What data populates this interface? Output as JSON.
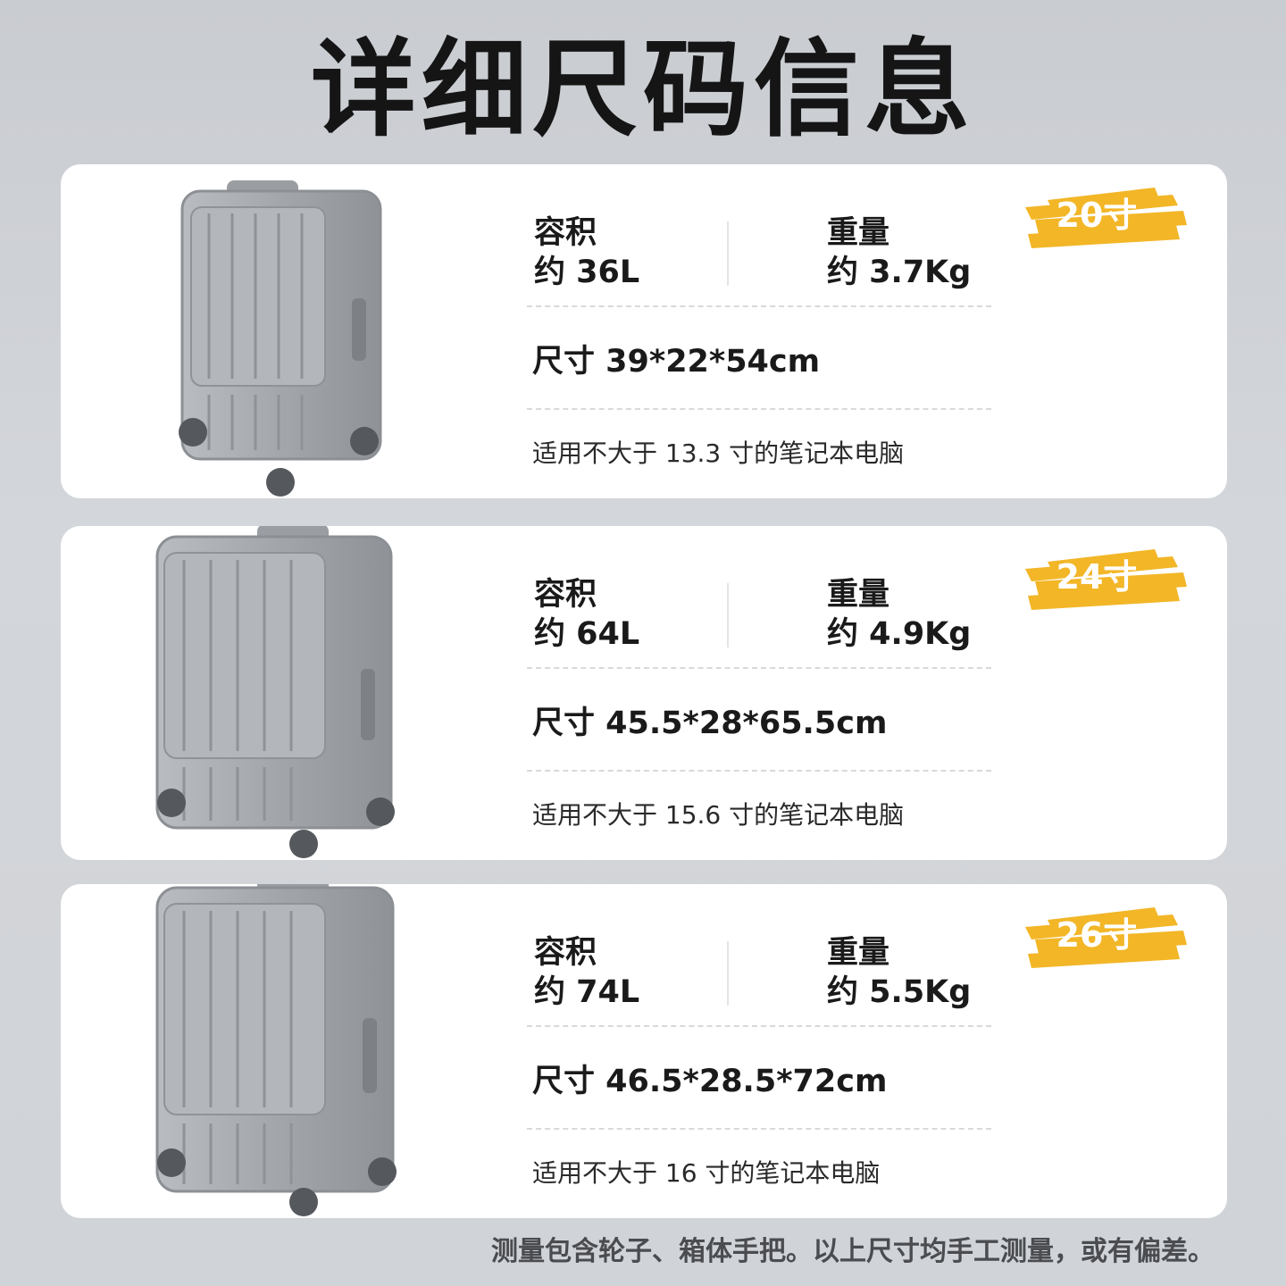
{
  "title": "详细尺码信息",
  "products": [
    {
      "size": "20寸",
      "volume_label": "容积",
      "volume_value": "约 36L",
      "weight_label": "重量",
      "weight_value": "约 3.7Kg",
      "dimensions": "尺寸 39*22*54cm",
      "laptop": "适用不大于 13.3 寸的笔记本电脑"
    },
    {
      "size": "24寸",
      "volume_label": "容积",
      "volume_value": "约 64L",
      "weight_label": "重量",
      "weight_value": "约 4.9Kg",
      "dimensions": "尺寸 45.5*28*65.5cm",
      "laptop": "适用不大于 15.6 寸的笔记本电脑"
    },
    {
      "size": "26寸",
      "volume_label": "容积",
      "volume_value": "约 74L",
      "weight_label": "重量",
      "weight_value": "约 5.5Kg",
      "dimensions": "尺寸 46.5*28.5*72cm",
      "laptop": "适用不大于 16 寸的笔记本电脑"
    }
  ],
  "footnote": "测量包含轮子、箱体手把。以上尺寸均手工测量，或有偏差。",
  "colors": {
    "badge_yellow": "#f2b627",
    "suitcase_gray": "#a9acb1",
    "background": "#cfd2d6"
  },
  "icons": [
    "suitcase-image"
  ]
}
